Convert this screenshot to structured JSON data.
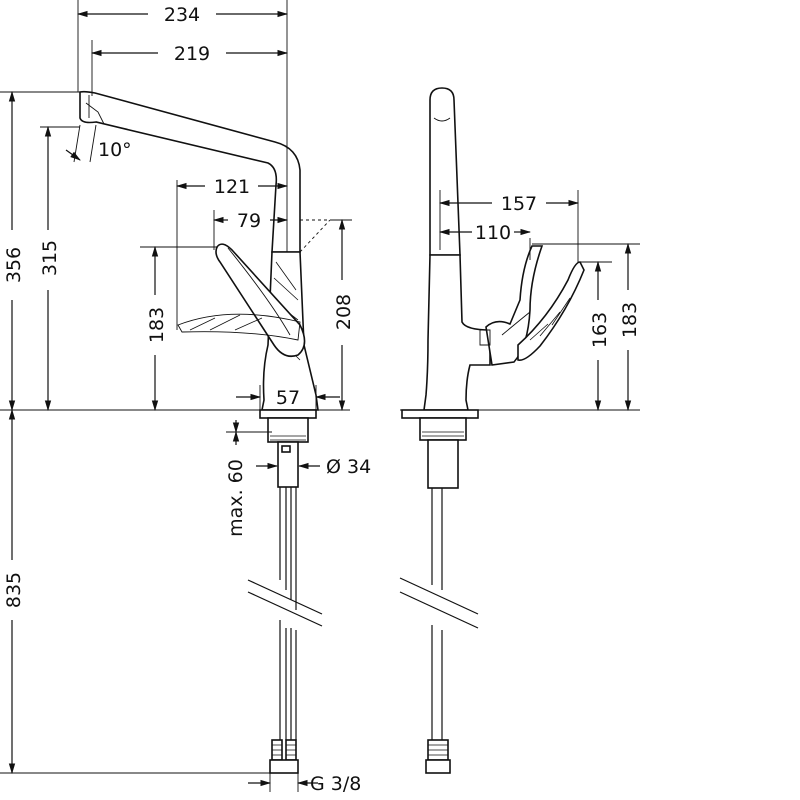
{
  "drawing": {
    "side_view": {
      "dims": {
        "w234": "234",
        "w219": "219",
        "w121": "121",
        "w79": "79",
        "w57": "57",
        "h356": "356",
        "h315": "315",
        "h183": "183",
        "h208": "208",
        "h835": "835",
        "angle": "10°",
        "max60": "max. 60",
        "dia34": "Ø 34",
        "thread": "G 3/8"
      }
    },
    "front_view": {
      "dims": {
        "w157": "157",
        "w110": "110",
        "h163": "163",
        "h183": "183"
      }
    }
  }
}
